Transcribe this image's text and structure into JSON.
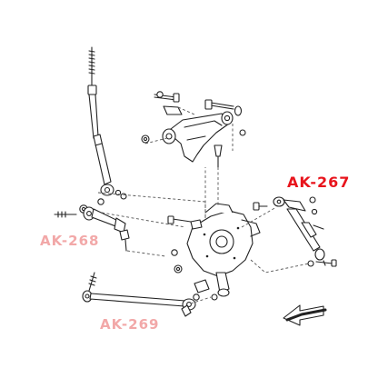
{
  "labels": {
    "ak267": "AK-267",
    "ak268": "AK-268",
    "ak269": "AK-269"
  },
  "colors": {
    "highlight": "#e8141c",
    "muted": "#f2a8a8",
    "line": "#222222",
    "leader": "#555555"
  },
  "icons": {
    "direction": "front-direction-arrow-icon"
  }
}
